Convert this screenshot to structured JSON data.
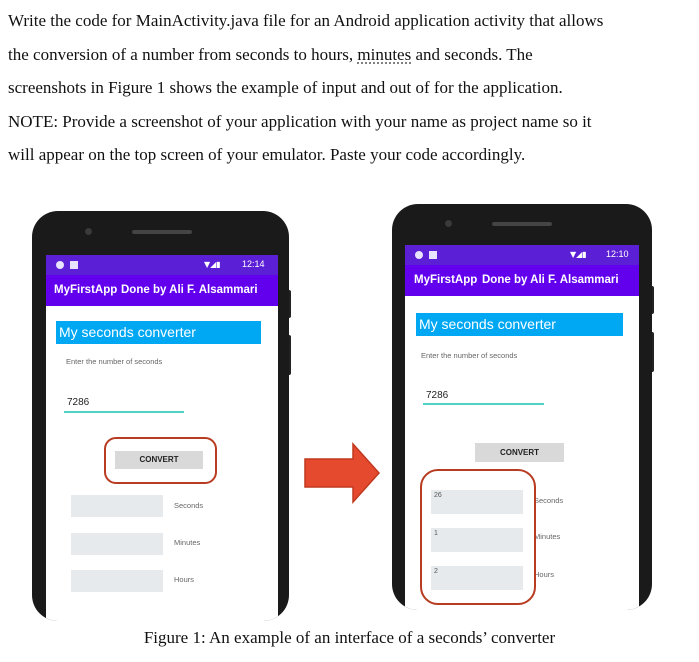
{
  "question": {
    "line1": "Write the code for MainActivity.java file for an Android application activity that allows",
    "line2_pre": "the conversion of a number from seconds to hours, ",
    "line2_word": "minutes",
    "line2_post": " and seconds. The",
    "line3": "screenshots in Figure 1 shows the example of input and out of for the application.",
    "line4": "NOTE: Provide a screenshot of your application with your name as project name so it",
    "line5": "will appear on the top screen of your emulator. Paste your code accordingly."
  },
  "phone_left": {
    "status_time": "12:14",
    "app_name": "MyFirstApp",
    "app_subtitle": "Done by Ali F. Alsammari",
    "screen_title": "My seconds converter",
    "input_hint": "Enter the number of seconds",
    "input_value": "7286",
    "button_label": "CONVERT",
    "seconds_value": "",
    "minutes_value": "",
    "hours_value": "",
    "label_seconds": "Seconds",
    "label_minutes": "Minutes",
    "label_hours": "Hours"
  },
  "phone_right": {
    "status_time": "12:10",
    "app_name": "MyFirstApp",
    "app_subtitle": "Done by Ali F. Alsammari",
    "screen_title": "My seconds converter",
    "input_hint": "Enter the number of seconds",
    "input_value": "7286",
    "button_label": "CONVERT",
    "seconds_value": "26",
    "minutes_value": "1",
    "hours_value": "2",
    "label_seconds": "Seconds",
    "label_minutes": "Minutes",
    "label_hours": "Hours"
  },
  "caption": "Figure 1: An example of an interface of a seconds’ converter",
  "colors": {
    "status_bar": "#5b1fd6",
    "app_bar": "#6200ee",
    "title_box": "#00a8f3",
    "input_underline": "#4fd1c5",
    "highlight_ring": "#b83c21",
    "arrow_fill": "#e64a2e"
  }
}
